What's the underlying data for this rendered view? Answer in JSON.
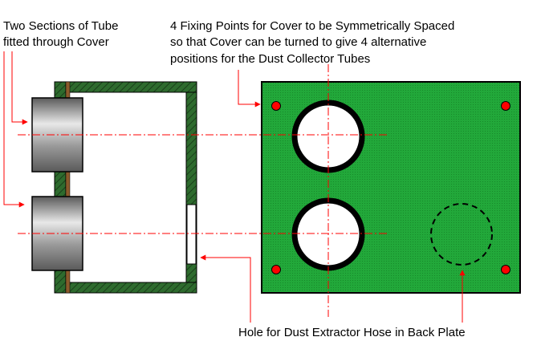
{
  "labels": {
    "tubes": [
      "Two Sections of Tube",
      "fitted through Cover"
    ],
    "fixing": [
      "4 Fixing Points for Cover to be Symmetrically Spaced",
      "so that Cover can be turned to give 4 alternative",
      "positions for the Dust Collector Tubes"
    ],
    "hole": "Hole for Dust Extractor Hose in Back Plate"
  },
  "colors": {
    "plate_green": "#22a83a",
    "wall_green": "#2e6b2e",
    "leader_red": "#ff0000",
    "fixing_point": "#ff0000",
    "tube_mid": "#9a9a9a",
    "tube_highlight": "#e8e8e8",
    "tube_shadow": "#5a5a5a",
    "brown_strip": "#8b5a2b"
  }
}
